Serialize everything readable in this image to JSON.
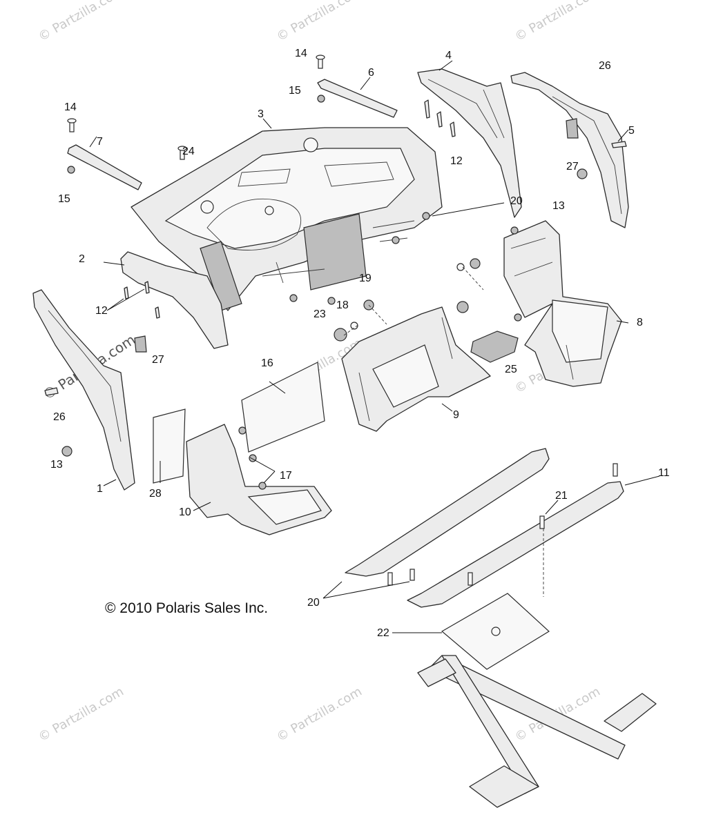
{
  "copyright": "© 2010 Polaris Sales Inc.",
  "watermark": "© Partzilla.com",
  "callouts": {
    "c1": "1",
    "c2": "2",
    "c3": "3",
    "c4": "4",
    "c5": "5",
    "c6": "6",
    "c7": "7",
    "c8": "8",
    "c9": "9",
    "c10": "10",
    "c11": "11",
    "c12a": "12",
    "c12b": "12",
    "c13a": "13",
    "c13b": "13",
    "c14a": "14",
    "c14b": "14",
    "c15a": "15",
    "c15b": "15",
    "c16": "16",
    "c17": "17",
    "c18": "18",
    "c19": "19",
    "c20a": "20",
    "c20b": "20",
    "c21": "21",
    "c22": "22",
    "c23": "23",
    "c24": "24",
    "c25": "25",
    "c26a": "26",
    "c26b": "26",
    "c27a": "27",
    "c27b": "27",
    "c28": "28"
  }
}
